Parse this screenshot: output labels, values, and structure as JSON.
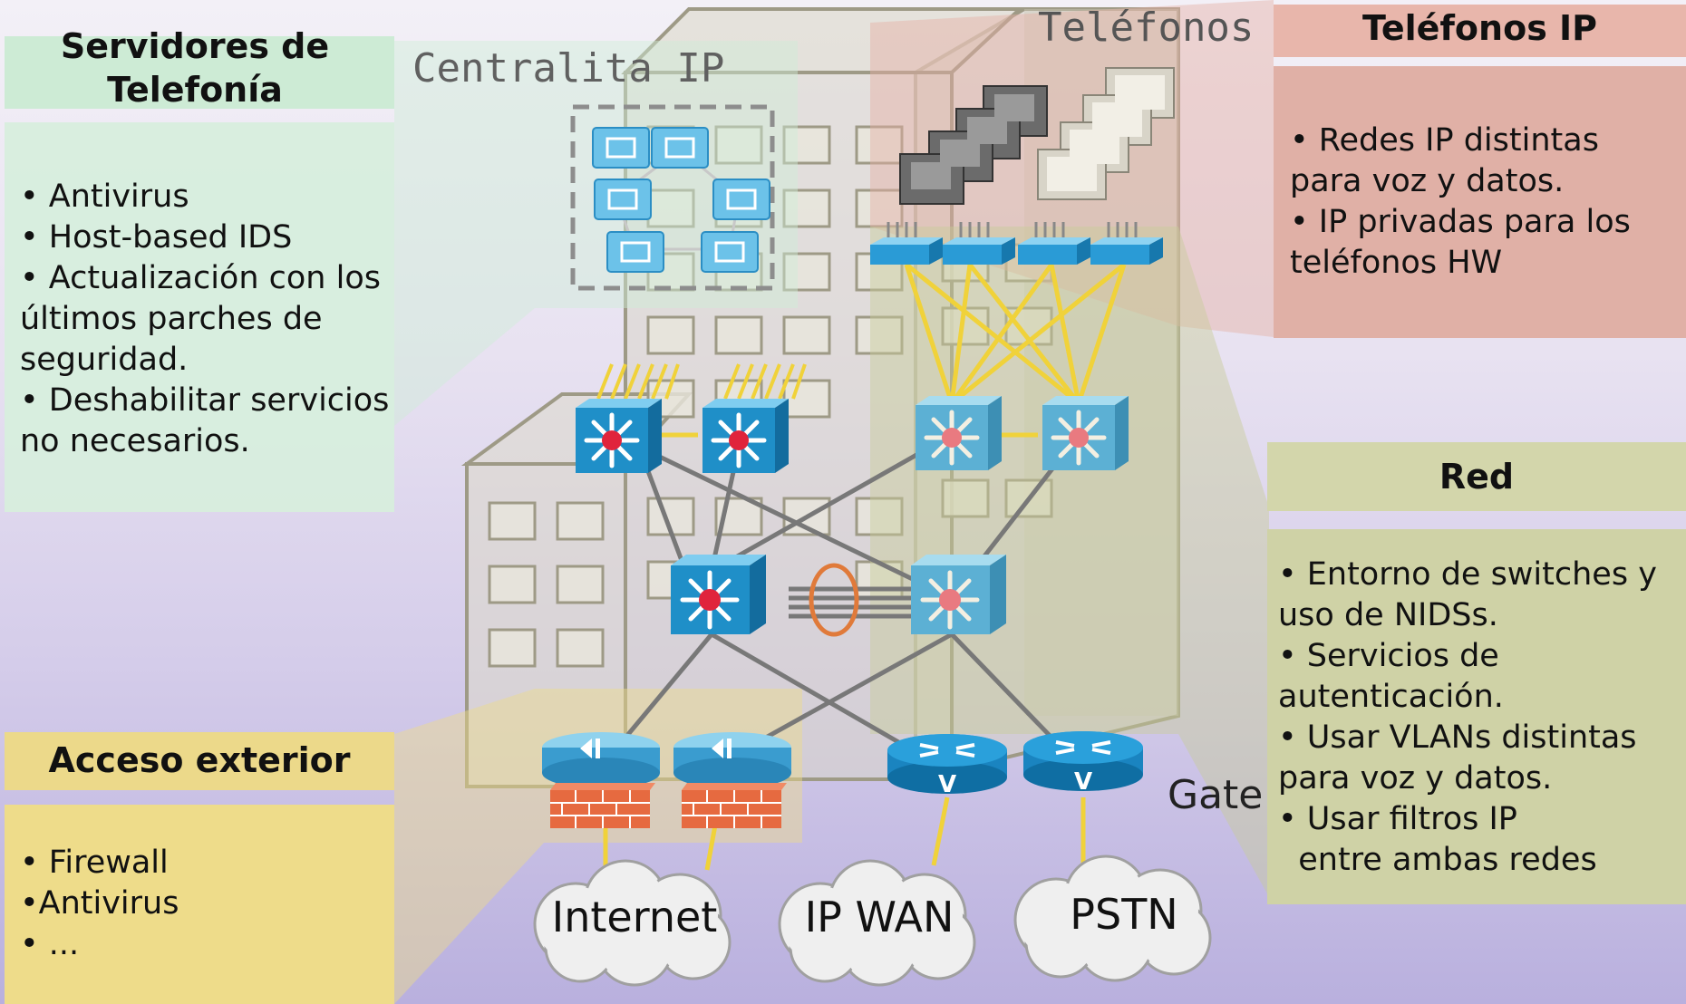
{
  "colors": {
    "green_panel": "#d7eedd",
    "green_title": "#cdebd5",
    "pink_panel": "#e0b0a6",
    "pink_title": "#e8b6ab",
    "olive_panel": "#cfd2a6",
    "olive_title": "#d3d6ab",
    "yellow_panel": "#eedc8a",
    "yellow_title": "#ecd98a",
    "switch_blue": "#1f8fc8",
    "cable_yellow": "#f0d23a",
    "cable_gray": "#7a7a7a"
  },
  "panels": {
    "servidores": {
      "title": "Servidores de Telefonía",
      "bullets": [
        "• Antivirus",
        "• Host-based IDS",
        "• Actualización con los",
        "últimos parches de",
        "seguridad.",
        "• Deshabilitar servicios",
        "no necesarios."
      ]
    },
    "telefonos": {
      "title": "Teléfonos IP",
      "bullets": [
        "• Redes IP distintas",
        " para voz y datos.",
        "• IP privadas  para los",
        "teléfonos HW"
      ]
    },
    "red": {
      "title": "Red",
      "bullets": [
        "• Entorno de switches y",
        "uso de NIDSs.",
        "• Servicios de",
        "autenticación.",
        "• Usar VLANs distintas",
        "para voz y datos.",
        "• Usar filtros IP",
        "  entre ambas redes"
      ]
    },
    "acceso": {
      "title": "Acceso exterior",
      "bullets": [
        "• Firewall",
        "•Antivirus",
        "• ..."
      ]
    }
  },
  "labels": {
    "centralita": "Centralita IP",
    "telefonos_overlay": "Teléfonos I",
    "gateway": "Gate"
  },
  "clouds": {
    "internet": "Internet",
    "ipwan": "IP WAN",
    "pstn": "PSTN"
  },
  "icons": [
    "call-manager-server-icon",
    "ip-phone-icon",
    "pc-icon",
    "access-switch-icon",
    "multilayer-switch-icon",
    "router-icon",
    "firewall-icon",
    "voice-gateway-router-icon",
    "cloud-icon"
  ]
}
